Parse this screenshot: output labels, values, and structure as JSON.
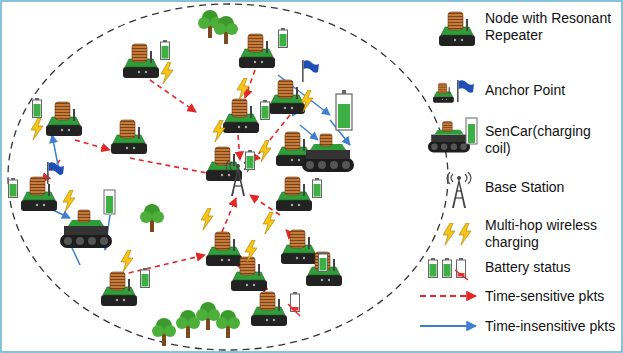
{
  "diagram": {
    "legend": [
      {
        "text": "Node with Resonant Repeater"
      },
      {
        "text": "Anchor Point"
      },
      {
        "text": "SenCar(charging coil)"
      },
      {
        "text": "Base Station"
      },
      {
        "text": "Multi-hop wireless charging"
      },
      {
        "text": "Battery status"
      },
      {
        "text": "Time-sensitive pkts"
      },
      {
        "text": "Time-insensitive pkts"
      }
    ]
  }
}
